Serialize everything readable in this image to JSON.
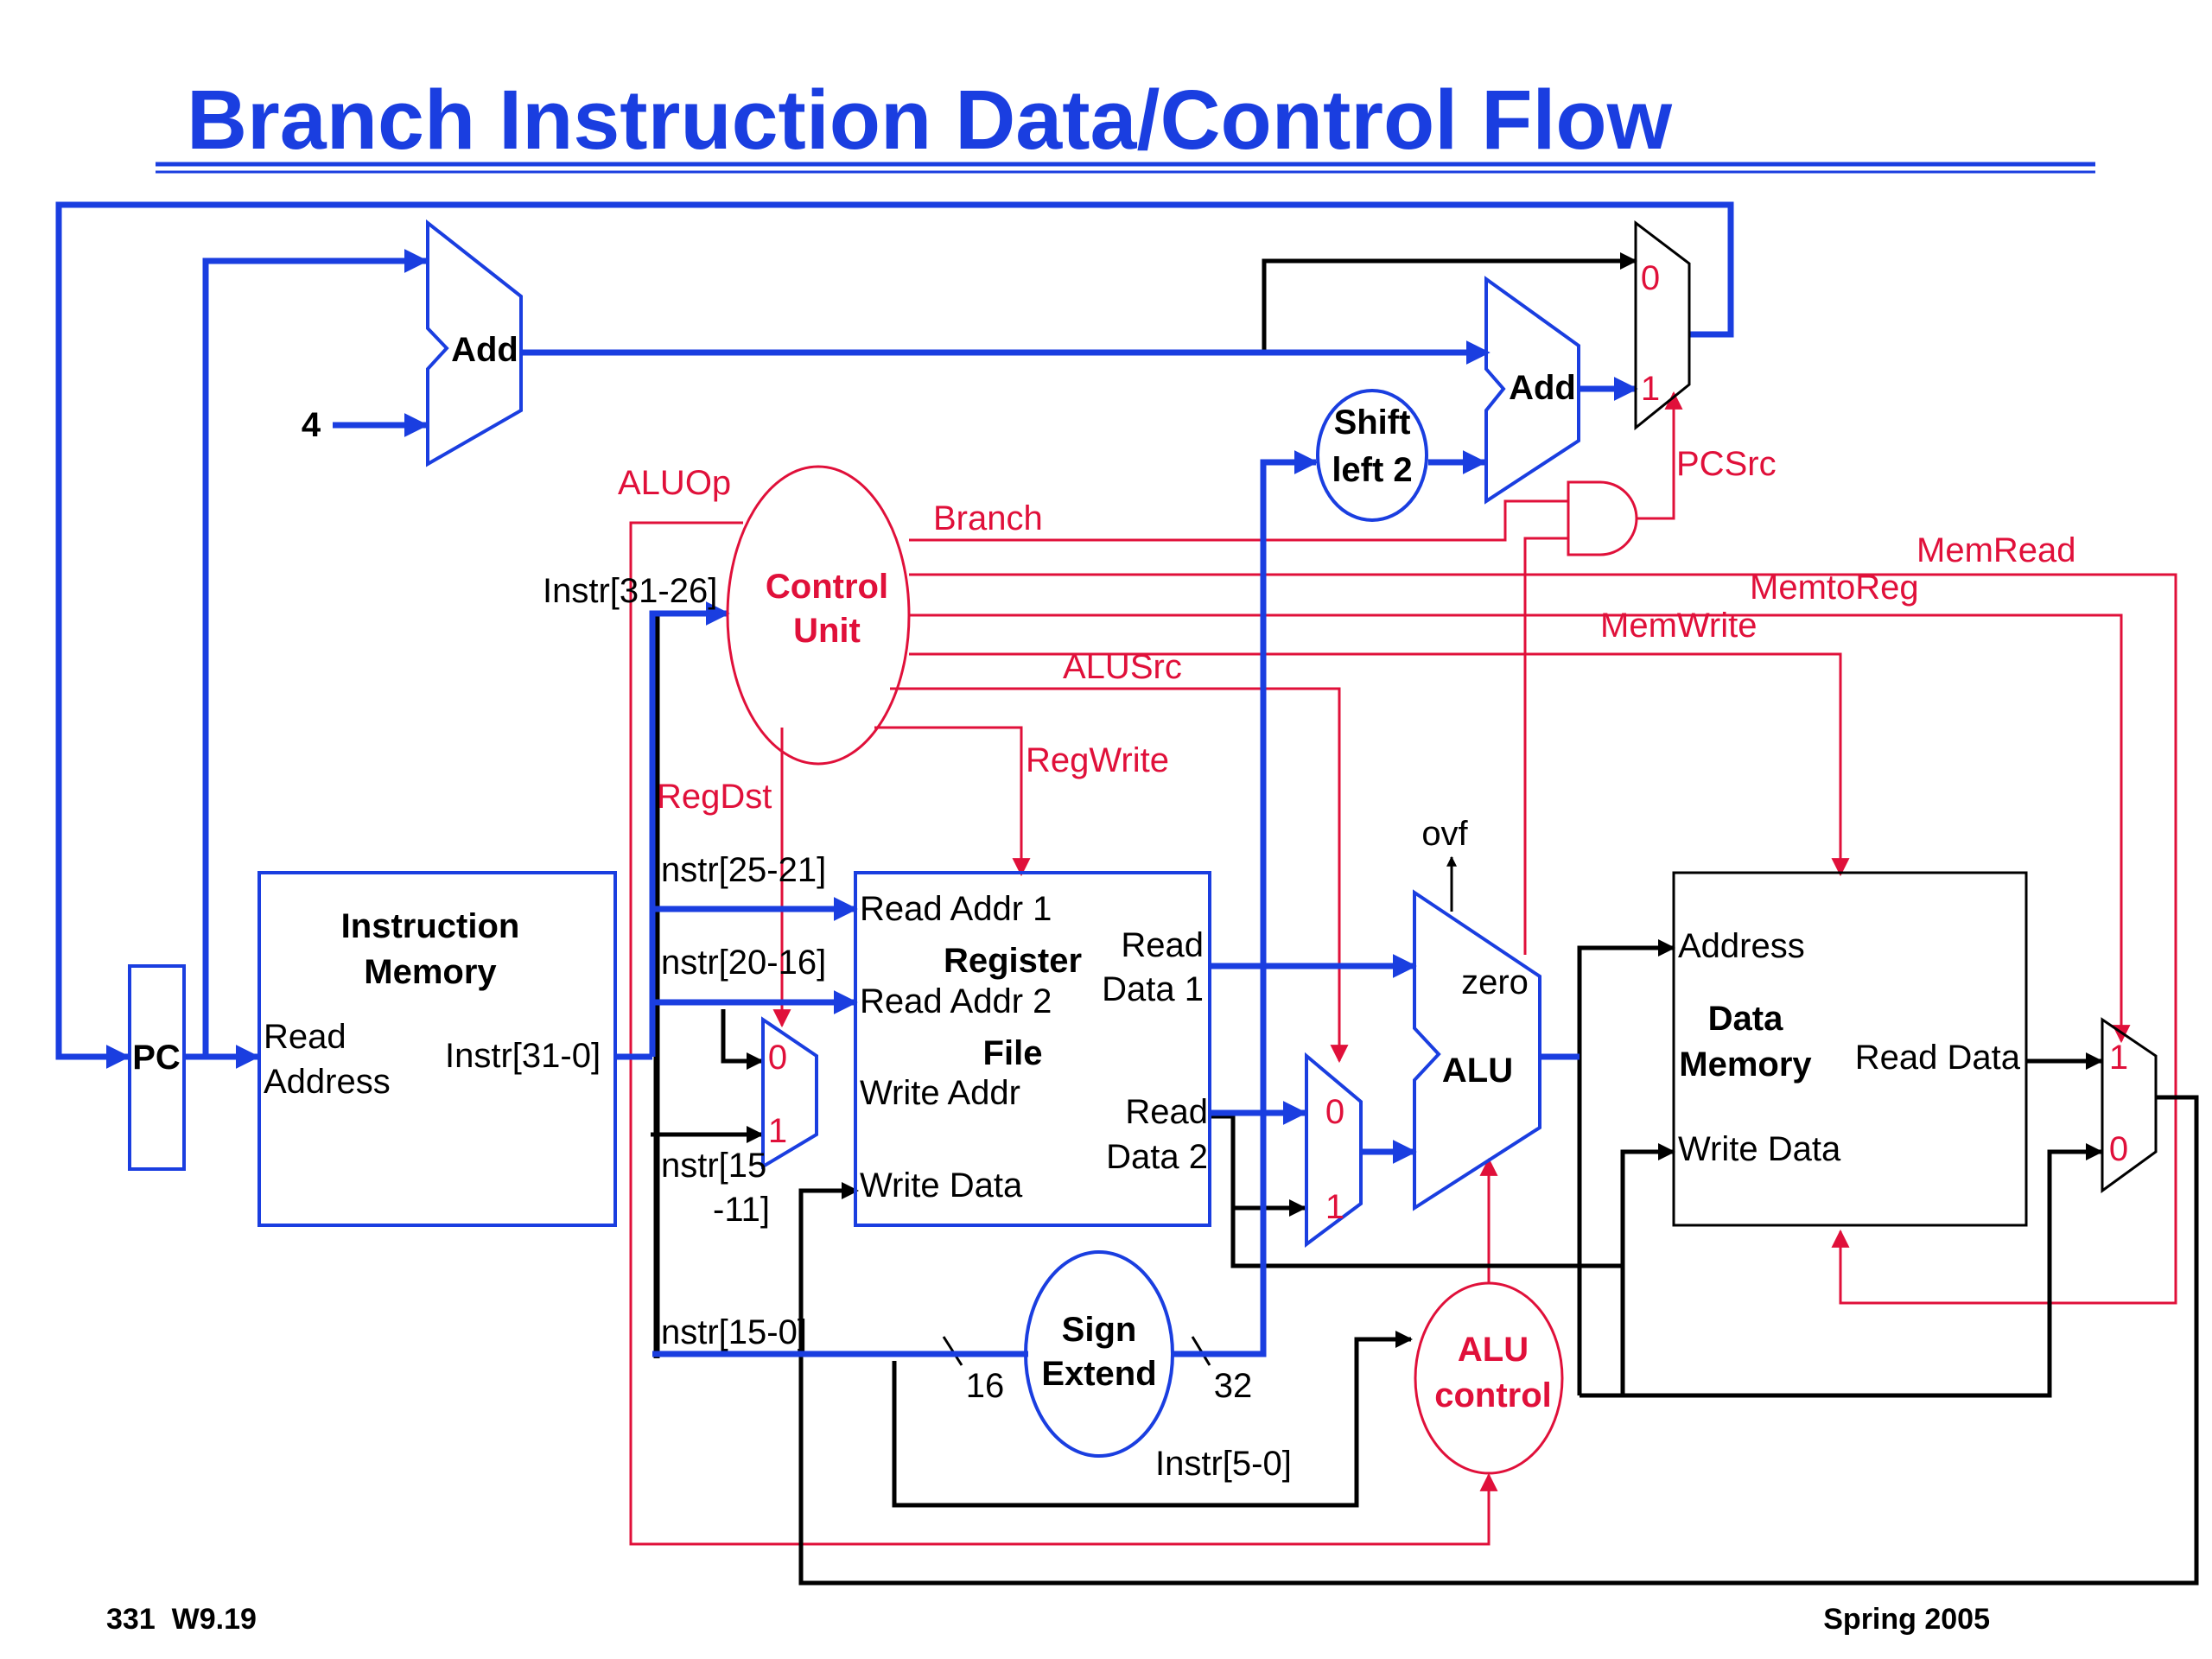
{
  "title": "Branch Instruction Data/Control Flow",
  "footer": {
    "left": "331  W9.19",
    "right": "Spring 2005"
  },
  "colors": {
    "datapath": "#1a3ee0",
    "control": "#e0103a",
    "wire": "#000000"
  },
  "components": {
    "pc": "PC",
    "pc_adder": "Add",
    "const_four": "4",
    "branch_adder": "Add",
    "shift_left_2": [
      "Shift",
      "left 2"
    ],
    "control_unit": [
      "Control",
      "Unit"
    ],
    "instruction_memory": {
      "title": [
        "Instruction",
        "Memory"
      ],
      "read_address": [
        "Read",
        "Address"
      ],
      "output": "Instr[31-0]"
    },
    "register_file": {
      "title": [
        "Register",
        "File"
      ],
      "read_addr_1": "Read Addr 1",
      "read_addr_2": "Read Addr 2",
      "write_addr": "Write Addr",
      "write_data": "Write Data",
      "read_data_1": [
        "Read",
        "Data 1"
      ],
      "read_data_2": [
        "Read",
        "Data 2"
      ]
    },
    "sign_extend": [
      "Sign",
      "Extend"
    ],
    "alu": {
      "label": "ALU",
      "zero": "zero",
      "ovf": "ovf"
    },
    "alu_control": [
      "ALU",
      "control"
    ],
    "data_memory": {
      "title": [
        "Data",
        "Memory"
      ],
      "address": "Address",
      "write_data": "Write Data",
      "read_data": "Read Data"
    }
  },
  "mux_inputs": {
    "zero": "0",
    "one": "1"
  },
  "control_signals": {
    "aluop": "ALUOp",
    "branch": "Branch",
    "pcsrc": "PCSrc",
    "memread": "MemRead",
    "memtoreg": "MemtoReg",
    "memwrite": "MemWrite",
    "alusrc": "ALUSrc",
    "regwrite": "RegWrite",
    "regdst": "RegDst"
  },
  "instruction_fields": {
    "op": "Instr[31-26]",
    "rs": "nstr[25-21]",
    "rt": "nstr[20-16]",
    "rd_line1": "nstr[15",
    "rd_line2": "-11]",
    "imm": "nstr[15-0]",
    "funct": "Instr[5-0]"
  },
  "bus_widths": {
    "in": "16",
    "out": "32"
  }
}
